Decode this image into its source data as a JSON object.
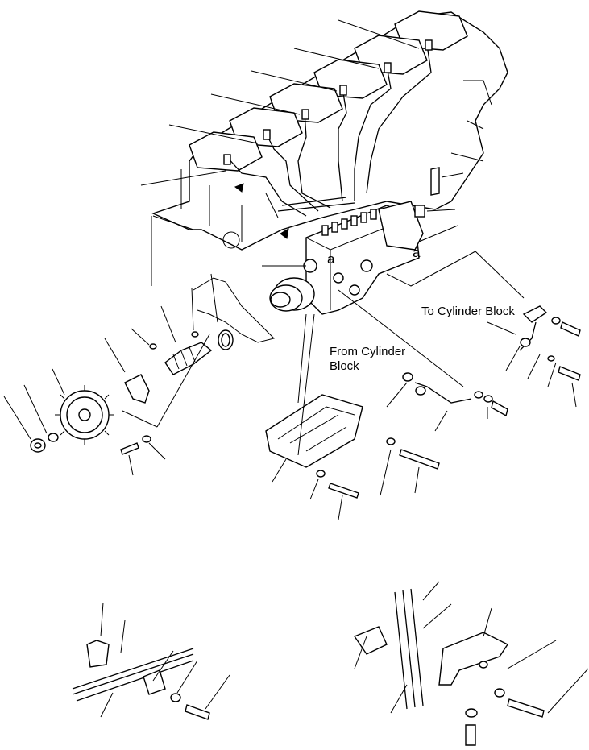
{
  "annotations": {
    "to_cylinder_block": "To Cylinder Block",
    "from_cylinder_block_line1": "From Cylinder",
    "from_cylinder_block_line2": "Block",
    "reference_mark_a1": "a",
    "reference_mark_a2": "a"
  }
}
